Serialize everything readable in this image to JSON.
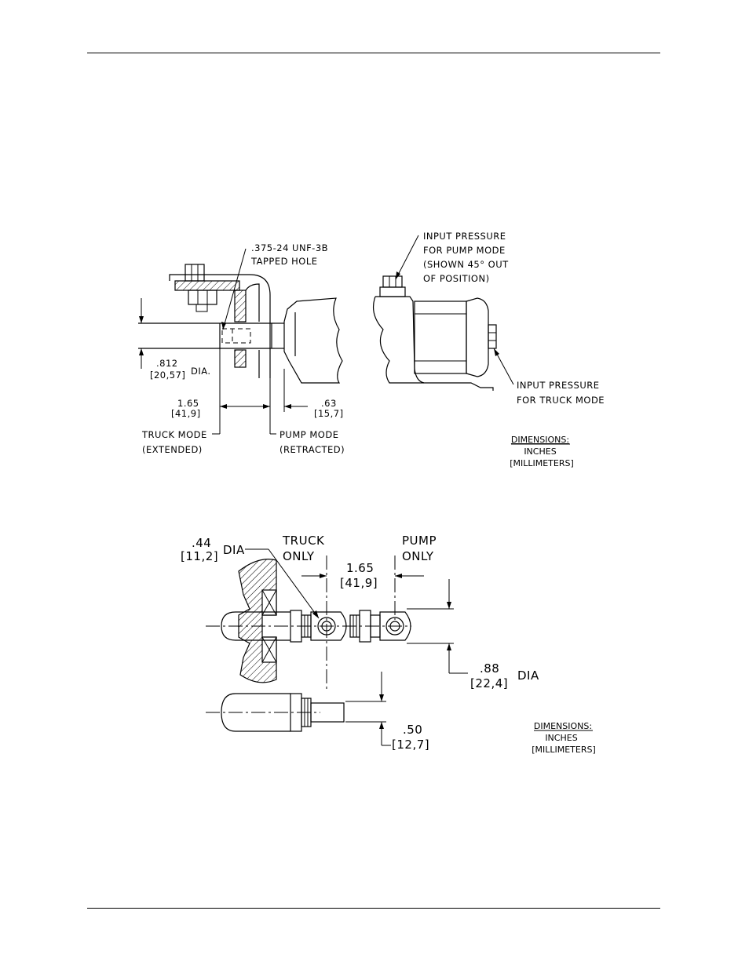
{
  "figure_top": {
    "tapped_hole_line1": ".375-24 UNF-3B",
    "tapped_hole_line2": "TAPPED HOLE",
    "dia_in": ".812",
    "dia_mm": "[20,57]",
    "dia_suffix": "DIA.",
    "stroke_in": "1.65",
    "stroke_mm": "[41,9]",
    "offset_in": ".63",
    "offset_mm": "[15,7]",
    "truck_mode_1": "TRUCK MODE",
    "truck_mode_2": "(EXTENDED)",
    "pump_mode_1": "PUMP MODE",
    "pump_mode_2": "(RETRACTED)",
    "input_pump_1": "INPUT PRESSURE",
    "input_pump_2": "FOR PUMP MODE",
    "input_pump_3": "(SHOWN 45° OUT",
    "input_pump_4": "OF POSITION)",
    "input_truck_1": "INPUT PRESSURE",
    "input_truck_2": "FOR TRUCK MODE",
    "dims_title": "DIMENSIONS:",
    "dims_inches": "INCHES",
    "dims_mm": "[MILLIMETERS]"
  },
  "figure_bottom": {
    "hole_dia_in": ".44",
    "hole_dia_mm": "[11,2]",
    "hole_dia_suffix": "DIA",
    "truck_only_1": "TRUCK",
    "truck_only_2": "ONLY",
    "pump_only_1": "PUMP",
    "pump_only_2": "ONLY",
    "stroke_in": "1.65",
    "stroke_mm": "[41,9]",
    "rod_dia_in": ".88",
    "rod_dia_mm": "[22,4]",
    "rod_dia_suffix": "DIA",
    "thick_in": ".50",
    "thick_mm": "[12,7]",
    "dims_title": "DIMENSIONS:",
    "dims_inches": "INCHES",
    "dims_mm": "[MILLIMETERS]"
  }
}
